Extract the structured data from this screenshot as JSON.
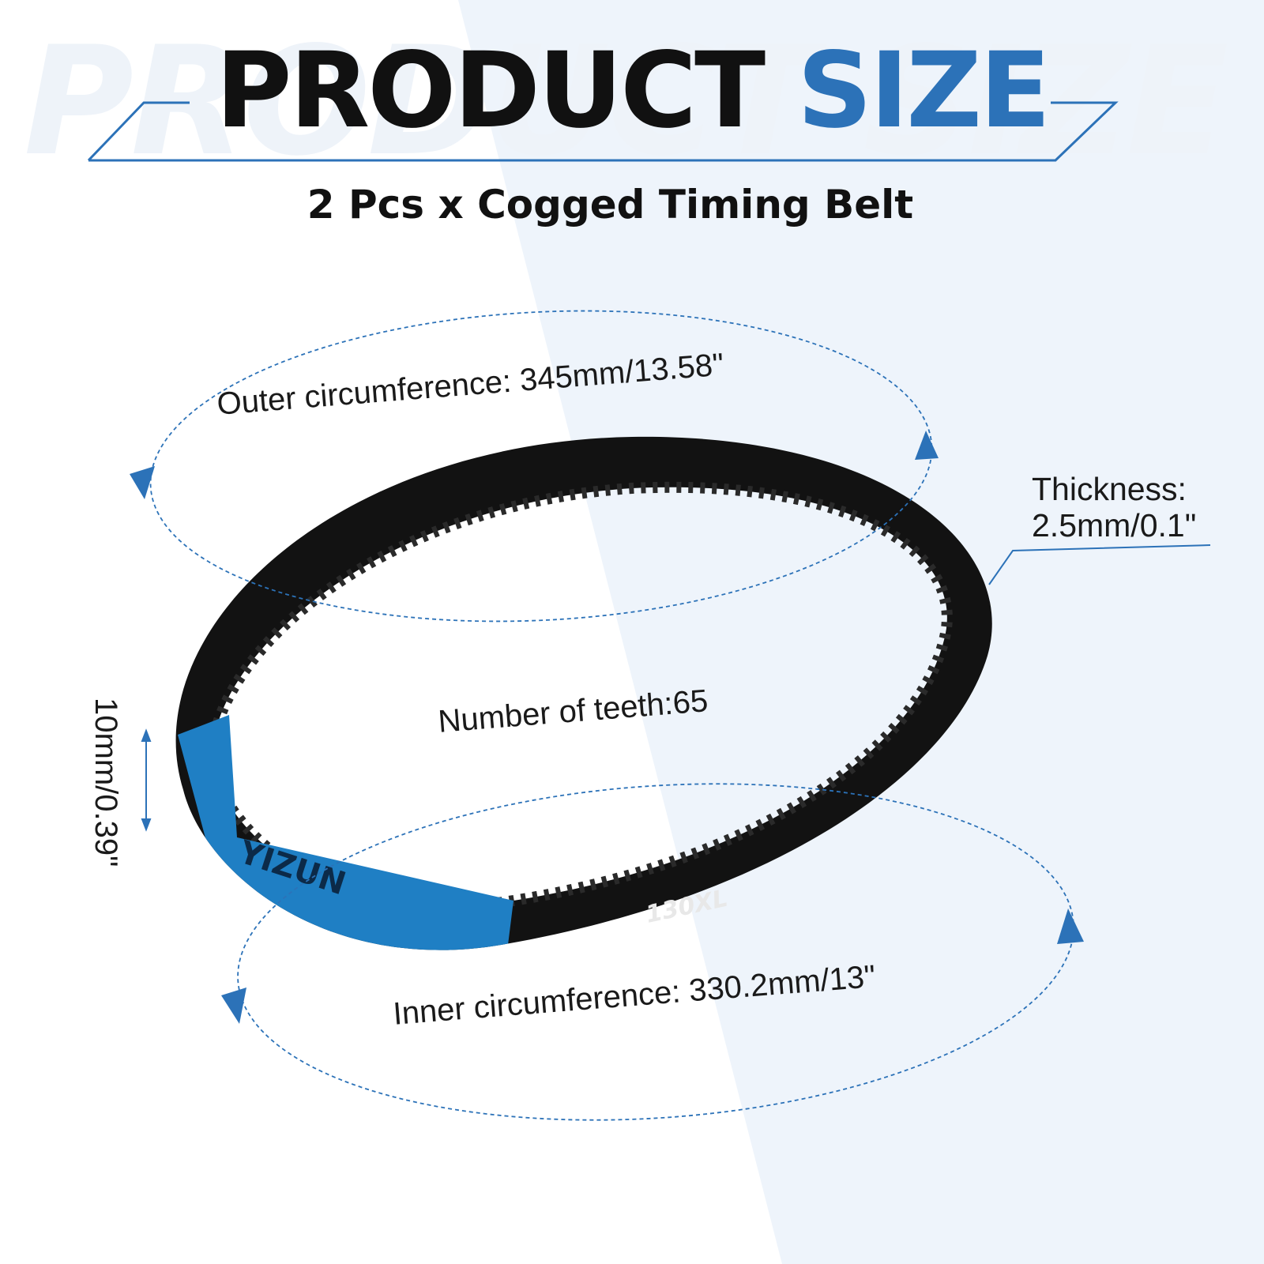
{
  "header": {
    "watermark": "PRODUCT SIZE",
    "title_part1": "PRODUCT",
    "title_part2": "SIZE",
    "subtitle": "2 Pcs x Cogged Timing Belt"
  },
  "dimensions": {
    "outer_circumference": "Outer circumference: 345mm/13.58\"",
    "number_of_teeth": "Number of teeth:65",
    "inner_circumference": "Inner circumference: 330.2mm/13\"",
    "thickness_line1": "Thickness:",
    "thickness_line2": "2.5mm/0.1\"",
    "width": "10mm/0.39\""
  },
  "belt_print": {
    "brand": "YIZUN",
    "model": "130XL"
  },
  "colors": {
    "accent": "#2c72b8",
    "belt": "#111111",
    "belt_label": "#1f7fc4"
  }
}
